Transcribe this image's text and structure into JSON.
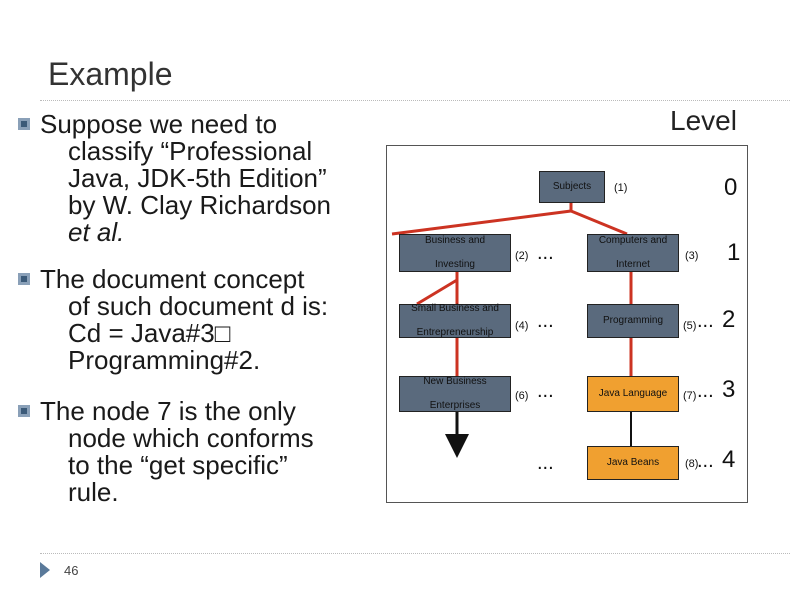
{
  "slide": {
    "title": "Example",
    "page_number": "46",
    "level_header": "Level"
  },
  "bullets": [
    {
      "lines": [
        "Suppose we need to",
        "classify “Professional",
        "Java, JDK-5th Edition”",
        "by W. Clay Richardson",
        "et al."
      ]
    },
    {
      "lines": [
        "The document concept",
        "of such document d is:",
        "Cd = Java#3□",
        "Programming#2."
      ]
    },
    {
      "lines": [
        "The node 7 is the only",
        "node which conforms",
        "to the “get specific”",
        "rule."
      ]
    }
  ],
  "diagram": {
    "nodes": {
      "subjects": "Subjects",
      "business_investing": [
        "Business and",
        "Investing"
      ],
      "computers_internet": [
        "Computers and",
        "Internet"
      ],
      "small_business": [
        "Small Business and",
        "Entrepreneurship"
      ],
      "programming": "Programming",
      "new_business": [
        "New Business",
        "Enterprises"
      ],
      "java_language": "Java Language",
      "java_beans": "Java Beans"
    },
    "node_numbers": [
      "(1)",
      "(2)",
      "(3)",
      "(4)",
      "(5)",
      "(6)",
      "(7)",
      "(8)"
    ],
    "ellipsis": "...",
    "levels": [
      "0",
      "1",
      "2",
      "3",
      "4"
    ],
    "colors": {
      "dark_node": "#5a6a7d",
      "highlight_node": "#f0a030",
      "edge": "#cc3322"
    }
  }
}
